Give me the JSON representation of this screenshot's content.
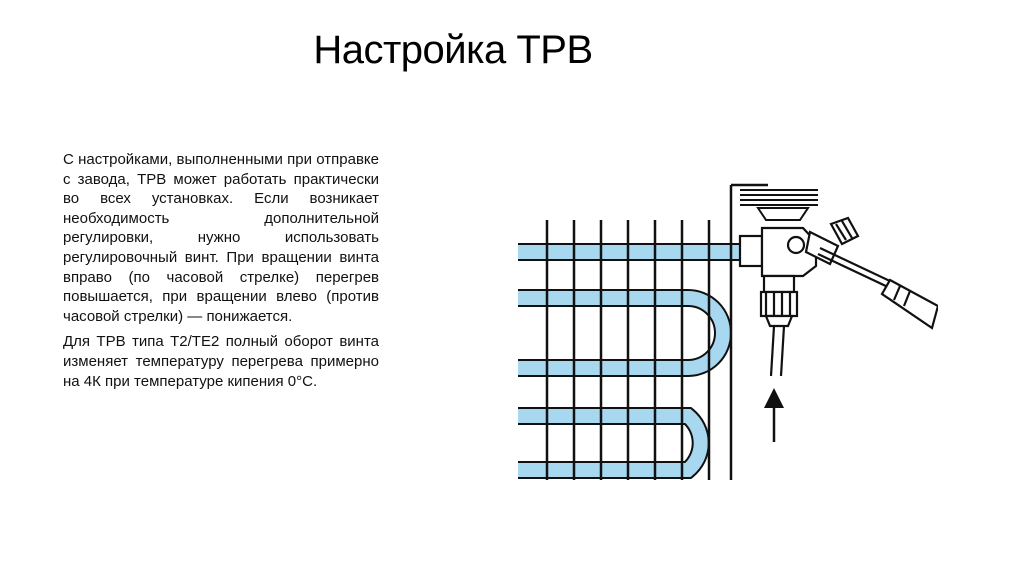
{
  "slide": {
    "title": "Настройка ТРВ",
    "paragraphs": [
      "С настройками, выполненными при отправке с завода, ТРВ может работать практически во всех установках. Если возникает необходимость дополнительной регулировки, нужно использовать регулировочный винт. При вращении винта вправо (по часовой стрелке) перегрев повышается, при вращении влево (против часовой стрелки) — понижается.",
      "Для ТРВ типа T2/TE2 полный оборот винта изменяет температуру перегрева примерно на 4К при температуре кипения 0°С."
    ]
  },
  "figure": {
    "tube_color": "#a8d8f0",
    "line_color": "#111111"
  }
}
